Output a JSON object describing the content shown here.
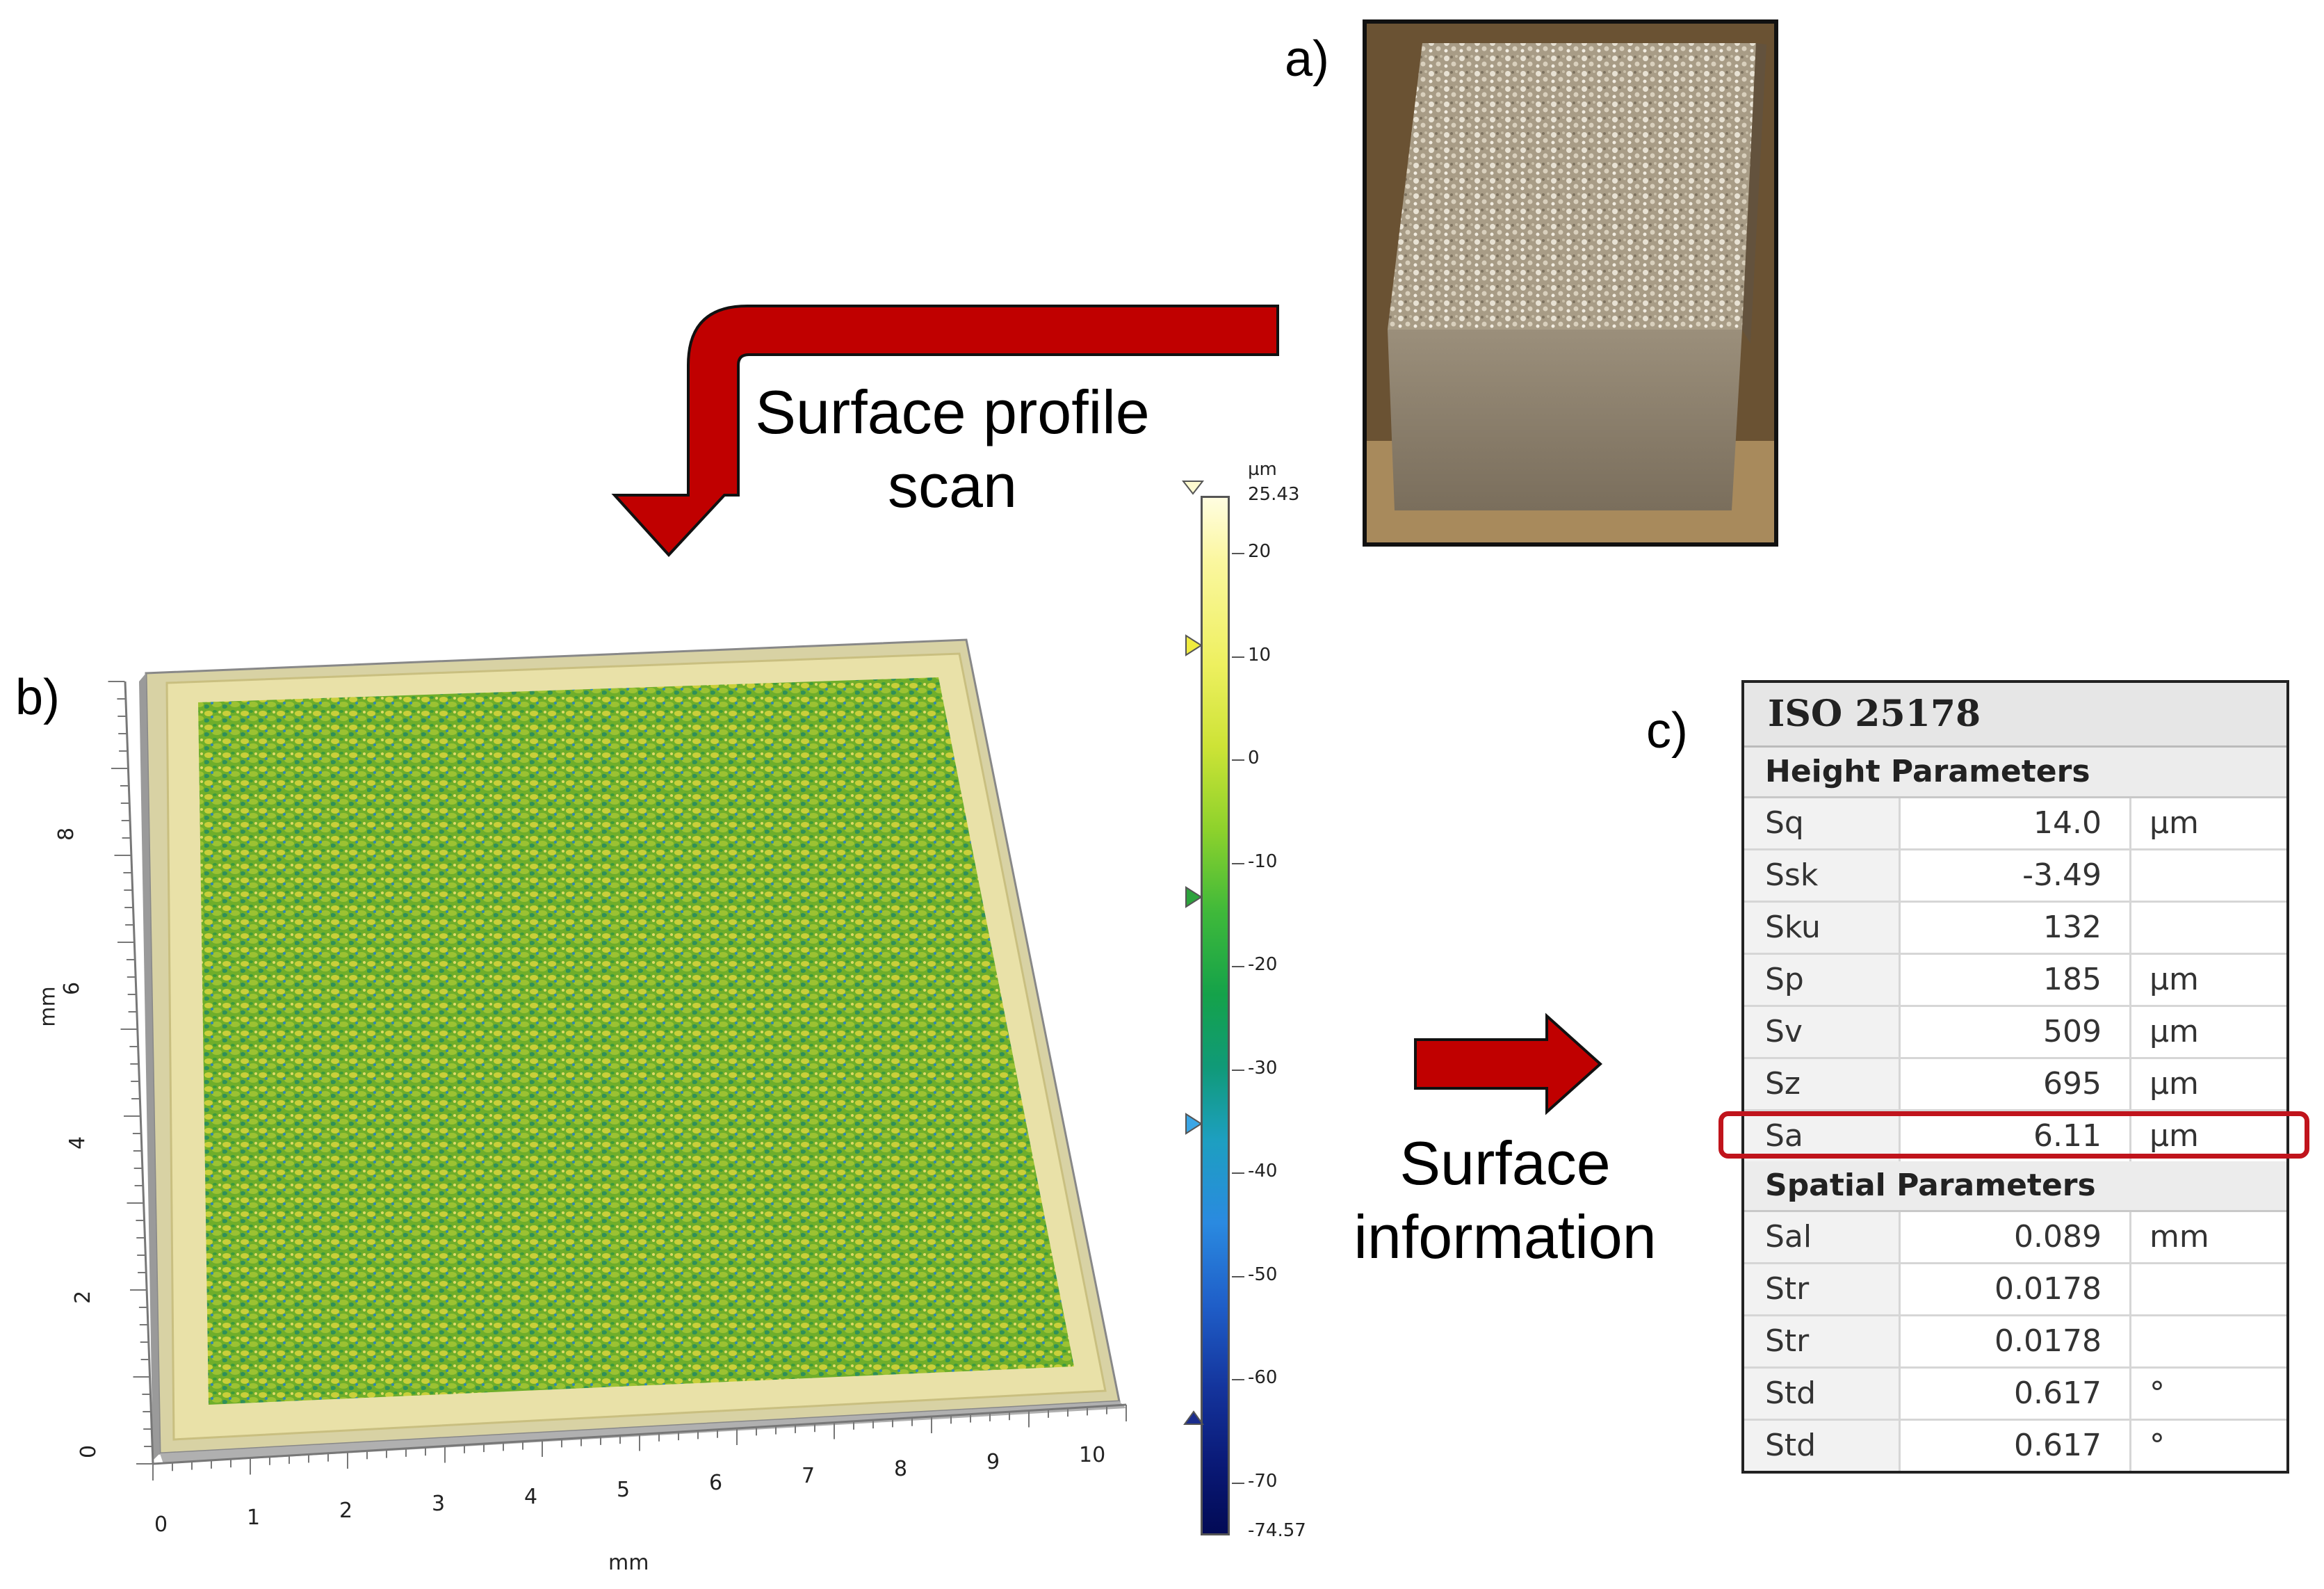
{
  "labels": {
    "a": "a)",
    "b": "b)",
    "c": "c)"
  },
  "arrow_text_1": {
    "line1": "Surface profile",
    "line2": "scan"
  },
  "arrow_text_2": {
    "line1": "Surface",
    "line2": "information"
  },
  "colors": {
    "arrow_red": "#c00000",
    "highlight_red": "#c0141c"
  },
  "surface_plot": {
    "x_unit": "mm",
    "y_unit": "mm",
    "x_ticks": [
      "0",
      "1",
      "2",
      "3",
      "4",
      "5",
      "6",
      "7",
      "8",
      "9",
      "10"
    ],
    "y_ticks": [
      "0",
      "2",
      "4",
      "6",
      "8"
    ]
  },
  "color_scale": {
    "unit": "µm",
    "max": "25.43",
    "min": "-74.57",
    "ticks": [
      "20",
      "10",
      "0",
      "-10",
      "-20",
      "-30",
      "-40",
      "-50",
      "-60",
      "-70"
    ]
  },
  "iso_table": {
    "title": "ISO 25178",
    "height_section": "Height Parameters",
    "height_rows": [
      {
        "name": "Sq",
        "value": "14.0",
        "unit": "µm"
      },
      {
        "name": "Ssk",
        "value": "-3.49",
        "unit": ""
      },
      {
        "name": "Sku",
        "value": "132",
        "unit": ""
      },
      {
        "name": "Sp",
        "value": "185",
        "unit": "µm"
      },
      {
        "name": "Sv",
        "value": "509",
        "unit": "µm"
      },
      {
        "name": "Sz",
        "value": "695",
        "unit": "µm"
      },
      {
        "name": "Sa",
        "value": "6.11",
        "unit": "µm"
      }
    ],
    "spatial_section": "Spatial Parameters",
    "spatial_rows": [
      {
        "name": "Sal",
        "value": "0.089",
        "unit": "mm"
      },
      {
        "name": "Str",
        "value": "0.0178",
        "unit": ""
      },
      {
        "name": "Str",
        "value": "0.0178",
        "unit": ""
      },
      {
        "name": "Std",
        "value": "0.617",
        "unit": "°"
      },
      {
        "name": "Std",
        "value": "0.617",
        "unit": "°"
      }
    ]
  }
}
